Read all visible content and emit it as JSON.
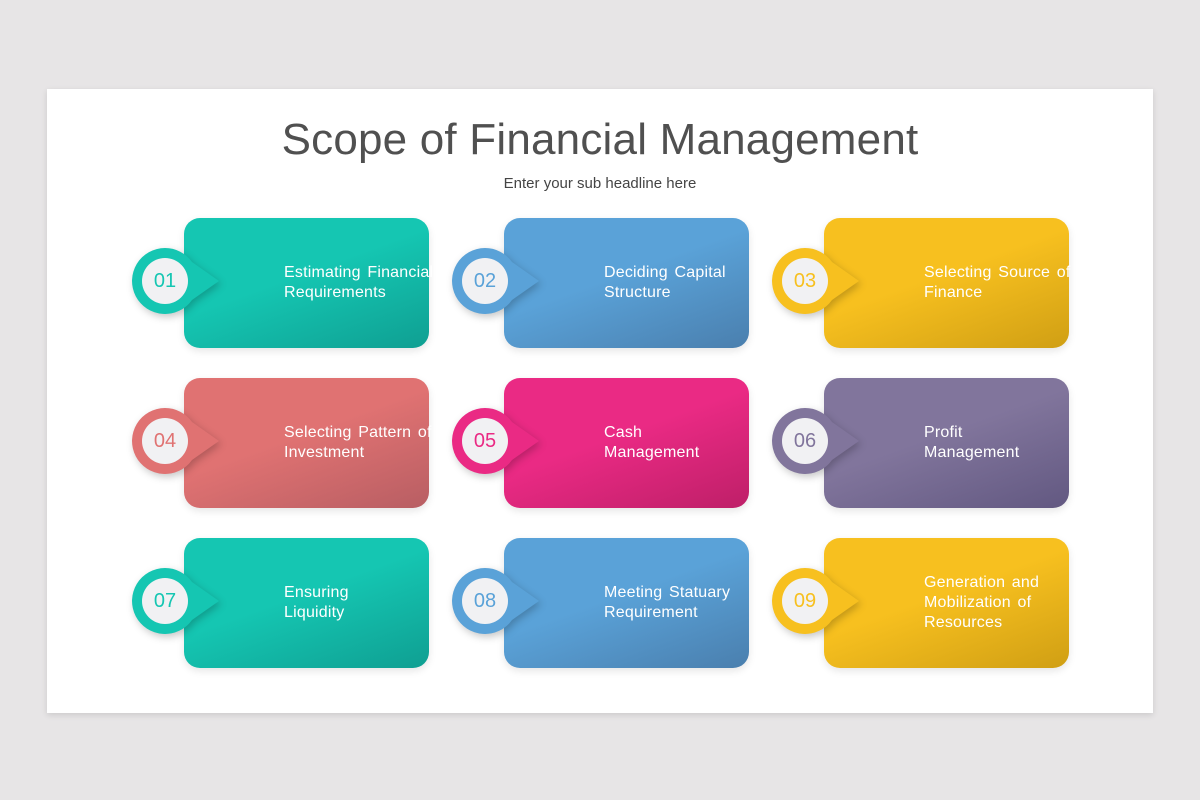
{
  "slide": {
    "title": "Scope of Financial Management",
    "subtitle": "Enter your sub headline here"
  },
  "items": [
    {
      "number": "01",
      "label": "Estimating Financial\nRequirements",
      "color": "#15c6b2",
      "color_dark": "#0f9f92"
    },
    {
      "number": "02",
      "label": "Deciding Capital\nStructure",
      "color": "#5aa2d8",
      "color_dark": "#4a7fae"
    },
    {
      "number": "03",
      "label": "Selecting Source of\nFinance",
      "color": "#f7c01f",
      "color_dark": "#d09f14"
    },
    {
      "number": "04",
      "label": "Selecting Pattern of\nInvestment",
      "color": "#e07272",
      "color_dark": "#b85e63"
    },
    {
      "number": "05",
      "label": "Cash\nManagement",
      "color": "#ea2a84",
      "color_dark": "#be1f68"
    },
    {
      "number": "06",
      "label": "Profit\nManagement",
      "color": "#81759c",
      "color_dark": "#625881"
    },
    {
      "number": "07",
      "label": "Ensuring\nLiquidity",
      "color": "#15c6b2",
      "color_dark": "#0f9f92"
    },
    {
      "number": "08",
      "label": "Meeting Statuary\nRequirement",
      "color": "#5aa2d8",
      "color_dark": "#4a7fae"
    },
    {
      "number": "09",
      "label": "Generation and\nMobilization of\nResources",
      "color": "#f7c01f",
      "color_dark": "#d09f14"
    }
  ]
}
